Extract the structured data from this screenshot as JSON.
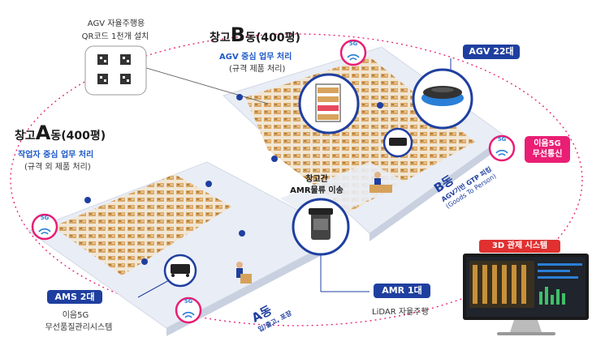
{
  "qr_note": {
    "line1": "AGV 자율주행용",
    "line2": "QR코드 1천개 설치"
  },
  "wh_b": {
    "prefix": "창고",
    "letter": "B",
    "suffix": "동(400평)",
    "line1": "AGV 중심 업무 처리",
    "line2": "(규격 제품 처리)"
  },
  "wh_a": {
    "prefix": "창고",
    "letter": "A",
    "suffix": "동(400평)",
    "line1": "작업자 중심 업무 처리",
    "line2": "(규격 외 제품 처리)"
  },
  "center": {
    "line1": "창고간",
    "line2": "AMR물류 이송"
  },
  "pills": {
    "agv": "AGV 22대",
    "ams": "AMS 2대",
    "amr": "AMR 1대"
  },
  "five_g": {
    "line1": "이음5G",
    "line2": "무선통신"
  },
  "ams_desc": {
    "line1": "이음5G",
    "line2": "무선품질관리시스템"
  },
  "amr_desc": "LiDAR 자율주행",
  "b_zone": {
    "title": "B동",
    "line1": "AGV기반 GTP 피킹",
    "line2": "(Goods To Person)"
  },
  "a_zone": {
    "title": "A동",
    "line1": "입/출고, 포장"
  },
  "monitor_label": "3D 관제 시스템",
  "badge_text": "5G",
  "colors": {
    "navy": "#1f3fa0",
    "pink": "#e91e74",
    "blue": "#1d59c7",
    "floor": "#e9edf5",
    "shelf": "#d6a25b"
  }
}
